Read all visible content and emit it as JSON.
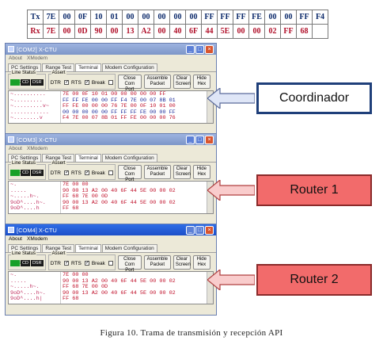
{
  "hex_table": {
    "rows": [
      {
        "label": "Tx",
        "cells": [
          "7E",
          "00",
          "0F",
          "10",
          "01",
          "00",
          "00",
          "00",
          "00",
          "00",
          "FF",
          "FF",
          "FF",
          "FE",
          "00",
          "00",
          "FF",
          "F4"
        ]
      },
      {
        "label": "Rx",
        "cells": [
          "7E",
          "00",
          "0D",
          "90",
          "00",
          "13",
          "A2",
          "00",
          "40",
          "6F",
          "44",
          "5E",
          "00",
          "00",
          "02",
          "FF",
          "68",
          ""
        ]
      }
    ]
  },
  "windows": [
    {
      "title": "[COM2] X-CTU",
      "menu": [
        "About",
        "XModem"
      ],
      "tabs": [
        "PC Settings",
        "Range Test",
        "Terminal",
        "Modem Configuration"
      ],
      "line_status_label": "Line Status",
      "leds": [
        "CTS",
        "CD",
        "DSR"
      ],
      "assert_label": "Assert",
      "checks": [
        "DTR",
        "RTS",
        "Break"
      ],
      "buttons": [
        "Close Com Port",
        "Assemble Packet",
        "Clear Screen",
        "Hide Hex"
      ],
      "term_left": [
        "~.......... ",
        "~......... ",
        "~.........v~",
        "............ ",
        "~........v"
      ],
      "term_right": [
        "7E 00 0F 10 01 00 00 00 00 00 FF",
        "FF FF FE 00 00 FF F4 7E 00 07 8B 01",
        "FF FE 00 00 00 76 7E 00 0F 10 01 00",
        "00 00 00 00 00 FF FF FF FE 00 00 FF",
        "F4 7E 00 07 8B 01 FF FE 00 00 00 76"
      ]
    },
    {
      "title": "[COM3] X-CTU",
      "menu": [
        "About",
        "XModem"
      ],
      "tabs": [
        "PC Settings",
        "Range Test",
        "Terminal",
        "Modem Configuration"
      ],
      "line_status_label": "Line Status",
      "leds": [
        "CTS",
        "CD",
        "DSR"
      ],
      "assert_label": "Assert",
      "checks": [
        "DTR",
        "RTS",
        "Break"
      ],
      "buttons": [
        "Close Com Port",
        "Assemble Packet",
        "Clear Screen",
        "Hide Hex"
      ],
      "term_left": [
        "~.",
        ".....",
        "~.....h~.",
        "9oD^....h~.",
        "9oD^....h"
      ],
      "term_right": [
        "7E 00 00",
        "90 00 13 A2 00 40 6F 44 5E 00 00 02",
        "FF 68 7E 00 0D",
        "90 00 13 A2 00 40 6F 44 5E 00 00 02",
        "FF 68"
      ]
    },
    {
      "title": "[COM4] X-CTU",
      "menu": [
        "About",
        "XModem"
      ],
      "tabs": [
        "PC Settings",
        "Range Test",
        "Terminal",
        "Modem Configuration"
      ],
      "line_status_label": "Line Status",
      "leds": [
        "CTS",
        "CD",
        "DSR"
      ],
      "assert_label": "Assert",
      "checks": [
        "DTR",
        "RTS",
        "Break"
      ],
      "buttons": [
        "Close Com Port",
        "Assemble Packet",
        "Clear Screen",
        "Hide Hex"
      ],
      "term_left": [
        "~.",
        ".....",
        "~.....h~.",
        "9oD^....h~.",
        "9oD^....h|"
      ],
      "term_right": [
        "7E 00 00",
        "90 00 13 A2 00 40 6F 44 5E 00 00 02",
        "FF 68 7E 00 0D",
        "90 00 13 A2 00 40 6F 44 5E 00 00 02",
        "FF 68"
      ]
    }
  ],
  "callouts": {
    "coordinator": "Coordinador",
    "router1": "Router 1",
    "router2": "Router 2"
  },
  "caption": "Figura 10. Trama de transmisión y recepción API",
  "colors": {
    "tx_text": "#0c2a6b",
    "rx_text": "#b0102a",
    "coord_border": "#1f3f7a",
    "router_fill": "#f26b6b",
    "arrow_blue_fill": "#dfe6f7",
    "arrow_red_fill": "#f9cccc"
  }
}
